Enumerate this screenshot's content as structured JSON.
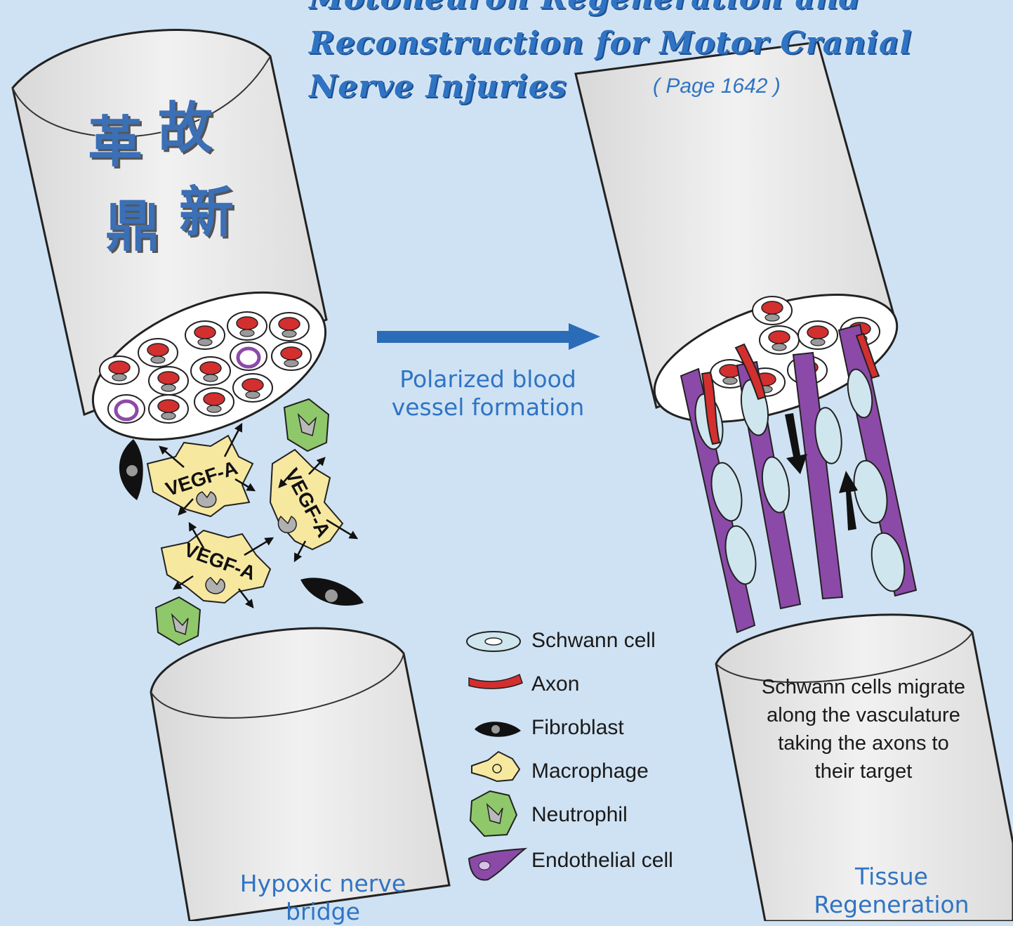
{
  "title": {
    "line1": "Motoneuron Regeneration and",
    "line2": "Reconstruction for Motor Cranial",
    "line3": "Nerve Injuries",
    "page_ref": "( Page 1642 )"
  },
  "seal": {
    "characters": [
      "革",
      "故",
      "鼎",
      "新"
    ]
  },
  "cytokine_label": "VEGF-A",
  "center_caption": "Polarized blood vessel formation",
  "left_caption": "Hypoxic nerve bridge",
  "right_caption": "Tissue Regeneration",
  "schwann_description": "Schwann cells migrate along the vasculature taking the axons to their target",
  "legend": [
    {
      "label": "Schwann cell",
      "icon": "schwann-cell-icon"
    },
    {
      "label": "Axon",
      "icon": "axon-icon"
    },
    {
      "label": "Fibroblast",
      "icon": "fibroblast-icon"
    },
    {
      "label": "Macrophage",
      "icon": "macrophage-icon"
    },
    {
      "label": "Neutrophil",
      "icon": "neutrophil-icon"
    },
    {
      "label": "Endothelial cell",
      "icon": "endothelial-cell-icon"
    }
  ],
  "colors": {
    "background": "#cfe2f3",
    "title": "#2f74c4",
    "arrow": "#2a6cb8",
    "axon": "#d32f2f",
    "schwann": "#cfe6ee",
    "macrophage": "#f7e8a0",
    "neutrophil": "#8fc86a",
    "endothelial": "#8b4aa8",
    "nerve_stump": "#ececec"
  }
}
